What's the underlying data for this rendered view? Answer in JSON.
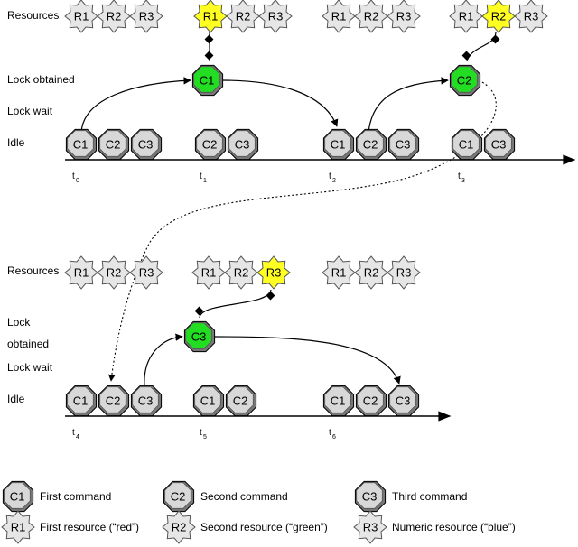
{
  "row_labels": {
    "resources": "Resources",
    "lock_obtained": "Lock obtained",
    "lock_obtained_line1": "Lock",
    "lock_obtained_line2": "obtained",
    "lock_wait": "Lock wait",
    "idle": "Idle"
  },
  "commands": {
    "c1": "C1",
    "c2": "C2",
    "c3": "C3"
  },
  "resources": {
    "r1": "R1",
    "r2": "R2",
    "r3": "R3"
  },
  "ticks": {
    "base": "t",
    "t0": "0",
    "t1": "1",
    "t2": "2",
    "t3": "3",
    "t4": "4",
    "t5": "5",
    "t6": "6"
  },
  "legend": {
    "c1": "First command",
    "c2": "Second command",
    "c3": "Third command",
    "r1": "First resource (“red”)",
    "r2": "Second resource (“green”)",
    "r3": "Numeric resource (“blue”)"
  },
  "colors": {
    "idle_fill": "#d8d8d8",
    "active_fill": "#22dd22",
    "locked_fill": "#ffff22",
    "star_fill": "#e6e6e6"
  }
}
